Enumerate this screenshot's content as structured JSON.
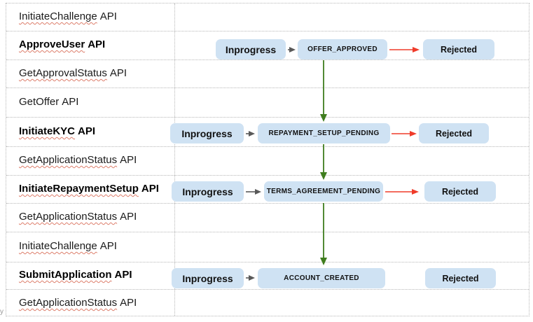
{
  "colors": {
    "box_fill": "#cfe2f3",
    "green_arrow": "#3f7d1e",
    "red_arrow": "#ef3b2a",
    "gray_arrow": "#595959",
    "border_dotted": "#b7b7b7",
    "squiggly": "#dd7e6b",
    "text_dark": "#1a1a1a"
  },
  "table": {
    "rows": [
      {
        "name": "InitiateChallenge",
        "suffix": "API",
        "bold": false,
        "misspelled": true
      },
      {
        "name": "ApproveUser",
        "suffix": "API",
        "bold": true,
        "misspelled": true
      },
      {
        "name": "GetApprovalStatus",
        "suffix": "API",
        "bold": false,
        "misspelled": true
      },
      {
        "name": "GetOffer",
        "suffix": "API",
        "bold": false,
        "misspelled": false
      },
      {
        "name": "InitiateKYC",
        "suffix": "API",
        "bold": true,
        "misspelled": true
      },
      {
        "name": "GetApplicationStatus",
        "suffix": "API",
        "bold": false,
        "misspelled": true
      },
      {
        "name": "InitiateRepaymentSetup",
        "suffix": "API",
        "bold": true,
        "misspelled": true
      },
      {
        "name": "GetApplicationStatus",
        "suffix": "API",
        "bold": false,
        "misspelled": true
      },
      {
        "name": "InitiateChallenge",
        "suffix": "API",
        "bold": false,
        "misspelled": true
      },
      {
        "name": "SubmitApplication",
        "suffix": "API",
        "bold": true,
        "misspelled": true
      },
      {
        "name": "GetApplicationStatus",
        "suffix": "API",
        "bold": false,
        "misspelled": true
      }
    ]
  },
  "flowchart": {
    "rows": [
      {
        "api": "ApproveUser API",
        "inprogress": "Inprogress",
        "state": "OFFER_APPROVED",
        "rejected": "Rejected",
        "red_arrow": true
      },
      {
        "api": "InitiateKYC API",
        "inprogress": "Inprogress",
        "state": "REPAYMENT_SETUP_PENDING",
        "rejected": "Rejected",
        "red_arrow": true
      },
      {
        "api": "InitiateRepaymentSetup API",
        "inprogress": "Inprogress",
        "state": "TERMS_AGREEMENT_PENDING",
        "rejected": "Rejected",
        "red_arrow": true
      },
      {
        "api": "SubmitApplication API",
        "inprogress": "Inprogress",
        "state": "ACCOUNT_CREATED",
        "rejected": "Rejected",
        "red_arrow": false
      }
    ],
    "green_flow": [
      "OFFER_APPROVED",
      "REPAYMENT_SETUP_PENDING",
      "TERMS_AGREEMENT_PENDING",
      "ACCOUNT_CREATED"
    ]
  },
  "stray": {
    "text": "y"
  }
}
